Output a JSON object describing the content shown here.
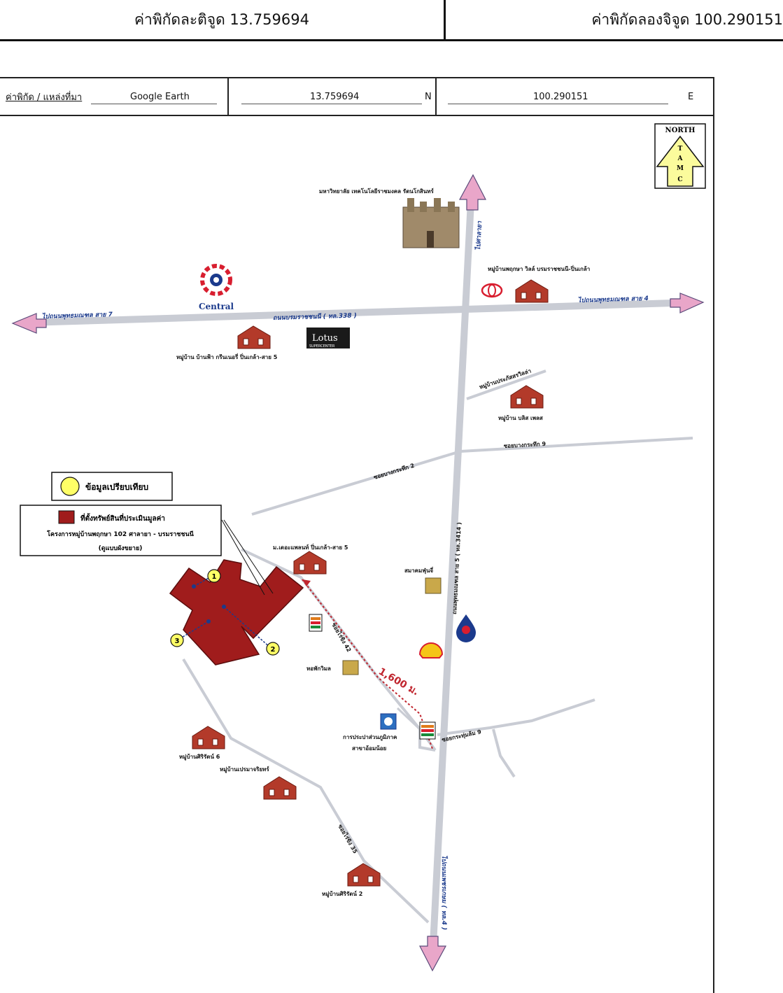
{
  "header": {
    "latitude_text": "ค่าพิกัดละติจูด 13.759694",
    "longitude_text": "ค่าพิกัดลองจิจูด 100.290151"
  },
  "coord_row": {
    "label": "ค่าพิกัด / แหล่งที่มา",
    "source": "Google Earth",
    "lat_value": "13.759694",
    "lat_dir": "N",
    "lng_value": "100.290151",
    "lng_dir": "E"
  },
  "compass": {
    "title": "NORTH",
    "letters": [
      "T",
      "A",
      "M",
      "C"
    ]
  },
  "legend": {
    "comparison_label": "ข้อมูลเปรียบเทียบ",
    "subject_label": "ที่ตั้งทรัพย์สินที่ประเมินมูลค่า",
    "project_line": "โครงการหมู่บ้านพฤกษา 102 ศาลายา - บรมราชชนนี",
    "project_sub": "(ดูแบบผังขยาย)"
  },
  "roads": {
    "to_salaya": "ไปศาลายา",
    "borom": "ถนนบรมราชชนนี ( ทล.338 )",
    "to_phuttha_7": "ไปถนนพุทธมณฑล สาย 7",
    "to_phuttha_4": "ไปถนนพุทธมณฑล สาย 4",
    "phuttha_5": "ถนนพุทธมณฑล สาย 5 ( ทล.3414 )",
    "to_phetkasem": "ไปถนนเพชรเกษม ( ทล.4 )",
    "soi_bangkrathuek_2": "ซอยบางกระทึก 2",
    "soi_bangkrathuek_9": "ซอยบางกระทึก 9",
    "soi_krathumlom_9": "ซอยกระทุ่มล้ม 9",
    "soi_rai_khing_42": "ซอยไร่ขิง 42",
    "soi_rai_khing_35": "ซอยไร่ขิง 35",
    "distance": "1,600 ม."
  },
  "places": {
    "university": "มหาวิทยาลัย เทคโนโลยีราชมงคล รัตนโกสินทร์",
    "central": "Central",
    "lotus": "Lotus",
    "lotus_sub": "SUPERCENTER",
    "pruksa_ville": "หมู่บ้านพฤกษา วิลล์ บรมราชชนนี-ปิ่นเกล้า",
    "baan_fah": "หมู่บ้าน บ้านฟ้า กรีนเนอรี่ ปิ่นเกล้า-สาย 5",
    "prasertsap": "หมู่บ้านประภัสสรวิลล่า",
    "bliss": "หมู่บ้าน บลิส เพลส",
    "the_palms": "ม.เดอะแพลนท์ ปิ่นเกล้า-สาย 5",
    "association": "สมาคมฟุ่นจี่",
    "dorm": "หอพักวิมล",
    "water": "การประปาส่วนภูมิภาค",
    "water_sub": "สาขาอ้อมน้อย",
    "sirirat_6": "หมู่บ้านศิริรัตน์ 6",
    "porn_chareon": "หมู่บ้านเปรมาจริยทร์",
    "sirirat_2": "หมู่บ้านศิริรัตน์ 2"
  },
  "markers": [
    "1",
    "2",
    "3"
  ],
  "colors": {
    "road": "#c9ccd4",
    "arrow": "#e9a6c9",
    "parcel": "#a01c1c",
    "compass_fill": "#fbfb9c",
    "marker_fill": "#ffff66"
  }
}
